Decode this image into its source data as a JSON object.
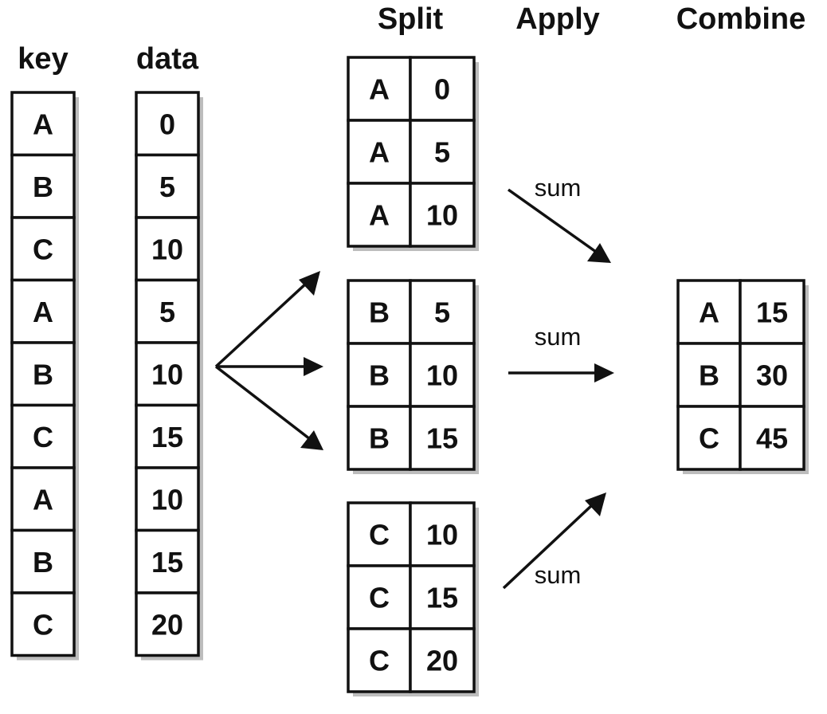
{
  "headers": {
    "key": "key",
    "data": "data",
    "split": "Split",
    "apply": "Apply",
    "combine": "Combine"
  },
  "source": {
    "keys": [
      "A",
      "B",
      "C",
      "A",
      "B",
      "C",
      "A",
      "B",
      "C"
    ],
    "values": [
      "0",
      "5",
      "10",
      "5",
      "10",
      "15",
      "10",
      "15",
      "20"
    ]
  },
  "split_groups": [
    {
      "rows": [
        [
          "A",
          "0"
        ],
        [
          "A",
          "5"
        ],
        [
          "A",
          "10"
        ]
      ]
    },
    {
      "rows": [
        [
          "B",
          "5"
        ],
        [
          "B",
          "10"
        ],
        [
          "B",
          "15"
        ]
      ]
    },
    {
      "rows": [
        [
          "C",
          "10"
        ],
        [
          "C",
          "15"
        ],
        [
          "C",
          "20"
        ]
      ]
    }
  ],
  "apply_ops": [
    "sum",
    "sum",
    "sum"
  ],
  "combined": {
    "rows": [
      [
        "A",
        "15"
      ],
      [
        "B",
        "30"
      ],
      [
        "C",
        "45"
      ]
    ]
  }
}
